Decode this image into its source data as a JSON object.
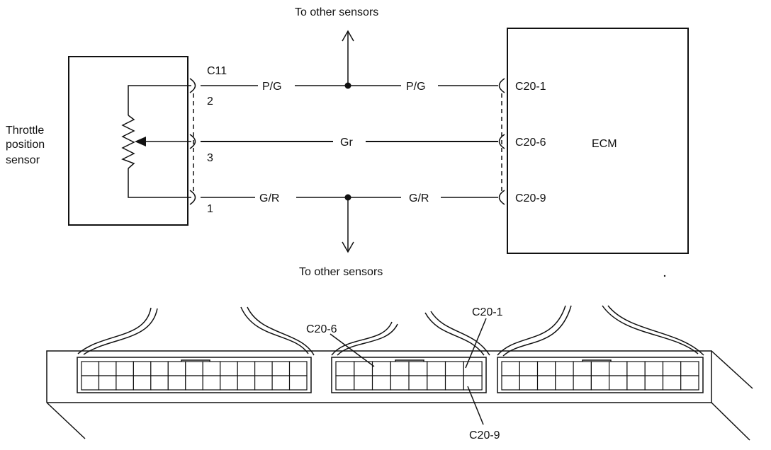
{
  "labels": {
    "top_branch": "To other sensors",
    "bottom_branch": "To other sensors",
    "sensor_name": [
      "Throttle",
      "position",
      "sensor"
    ],
    "connector_c11": "C11",
    "pins": [
      "2",
      "3",
      "1"
    ],
    "wire_pg_left": "P/G",
    "wire_pg_right": "P/G",
    "wire_gr": "Gr",
    "wire_gr_left": "G/R",
    "wire_gr_right": "G/R",
    "ecm_pins": [
      "C20-1",
      "C20-6",
      "C20-9"
    ],
    "ecm": "ECM"
  },
  "connector_callouts": {
    "c20_6": "C20-6",
    "c20_1": "C20-1",
    "c20_9": "C20-9"
  }
}
